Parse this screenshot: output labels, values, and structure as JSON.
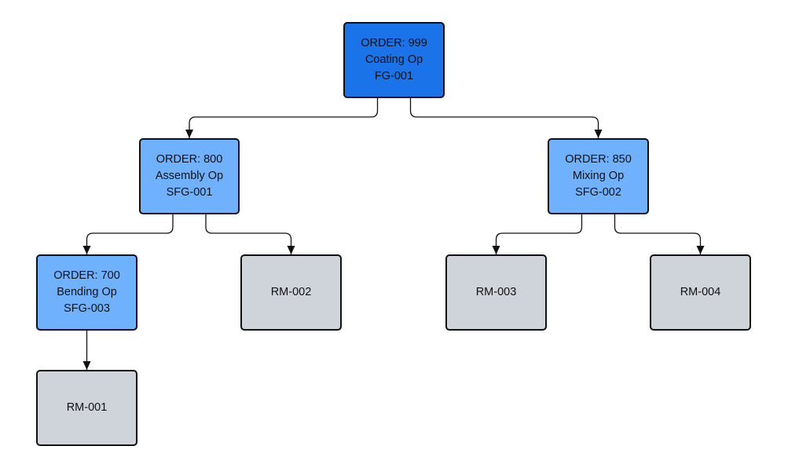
{
  "colors": {
    "root_fill": "#1a73e8",
    "order_fill": "#6fb1fd",
    "material_fill": "#cfd4db",
    "border": "#111111",
    "edge": "#111111"
  },
  "nodes": [
    {
      "id": "order-999",
      "kind": "root",
      "lines": [
        "ORDER: 999",
        "Coating Op",
        "FG-001"
      ]
    },
    {
      "id": "order-800",
      "kind": "order",
      "lines": [
        "ORDER: 800",
        "Assembly Op",
        "SFG-001"
      ]
    },
    {
      "id": "order-850",
      "kind": "order",
      "lines": [
        "ORDER: 850",
        "Mixing Op",
        "SFG-002"
      ]
    },
    {
      "id": "order-700",
      "kind": "order",
      "lines": [
        "ORDER: 700",
        "Bending Op",
        "SFG-003"
      ]
    },
    {
      "id": "rm-002",
      "kind": "material",
      "lines": [
        "RM-002"
      ]
    },
    {
      "id": "rm-003",
      "kind": "material",
      "lines": [
        "RM-003"
      ]
    },
    {
      "id": "rm-004",
      "kind": "material",
      "lines": [
        "RM-004"
      ]
    },
    {
      "id": "rm-001",
      "kind": "material",
      "lines": [
        "RM-001"
      ]
    }
  ],
  "edges": [
    {
      "from": "order-999",
      "to": "order-800"
    },
    {
      "from": "order-999",
      "to": "order-850"
    },
    {
      "from": "order-800",
      "to": "order-700"
    },
    {
      "from": "order-800",
      "to": "rm-002"
    },
    {
      "from": "order-850",
      "to": "rm-003"
    },
    {
      "from": "order-850",
      "to": "rm-004"
    },
    {
      "from": "order-700",
      "to": "rm-001"
    }
  ]
}
